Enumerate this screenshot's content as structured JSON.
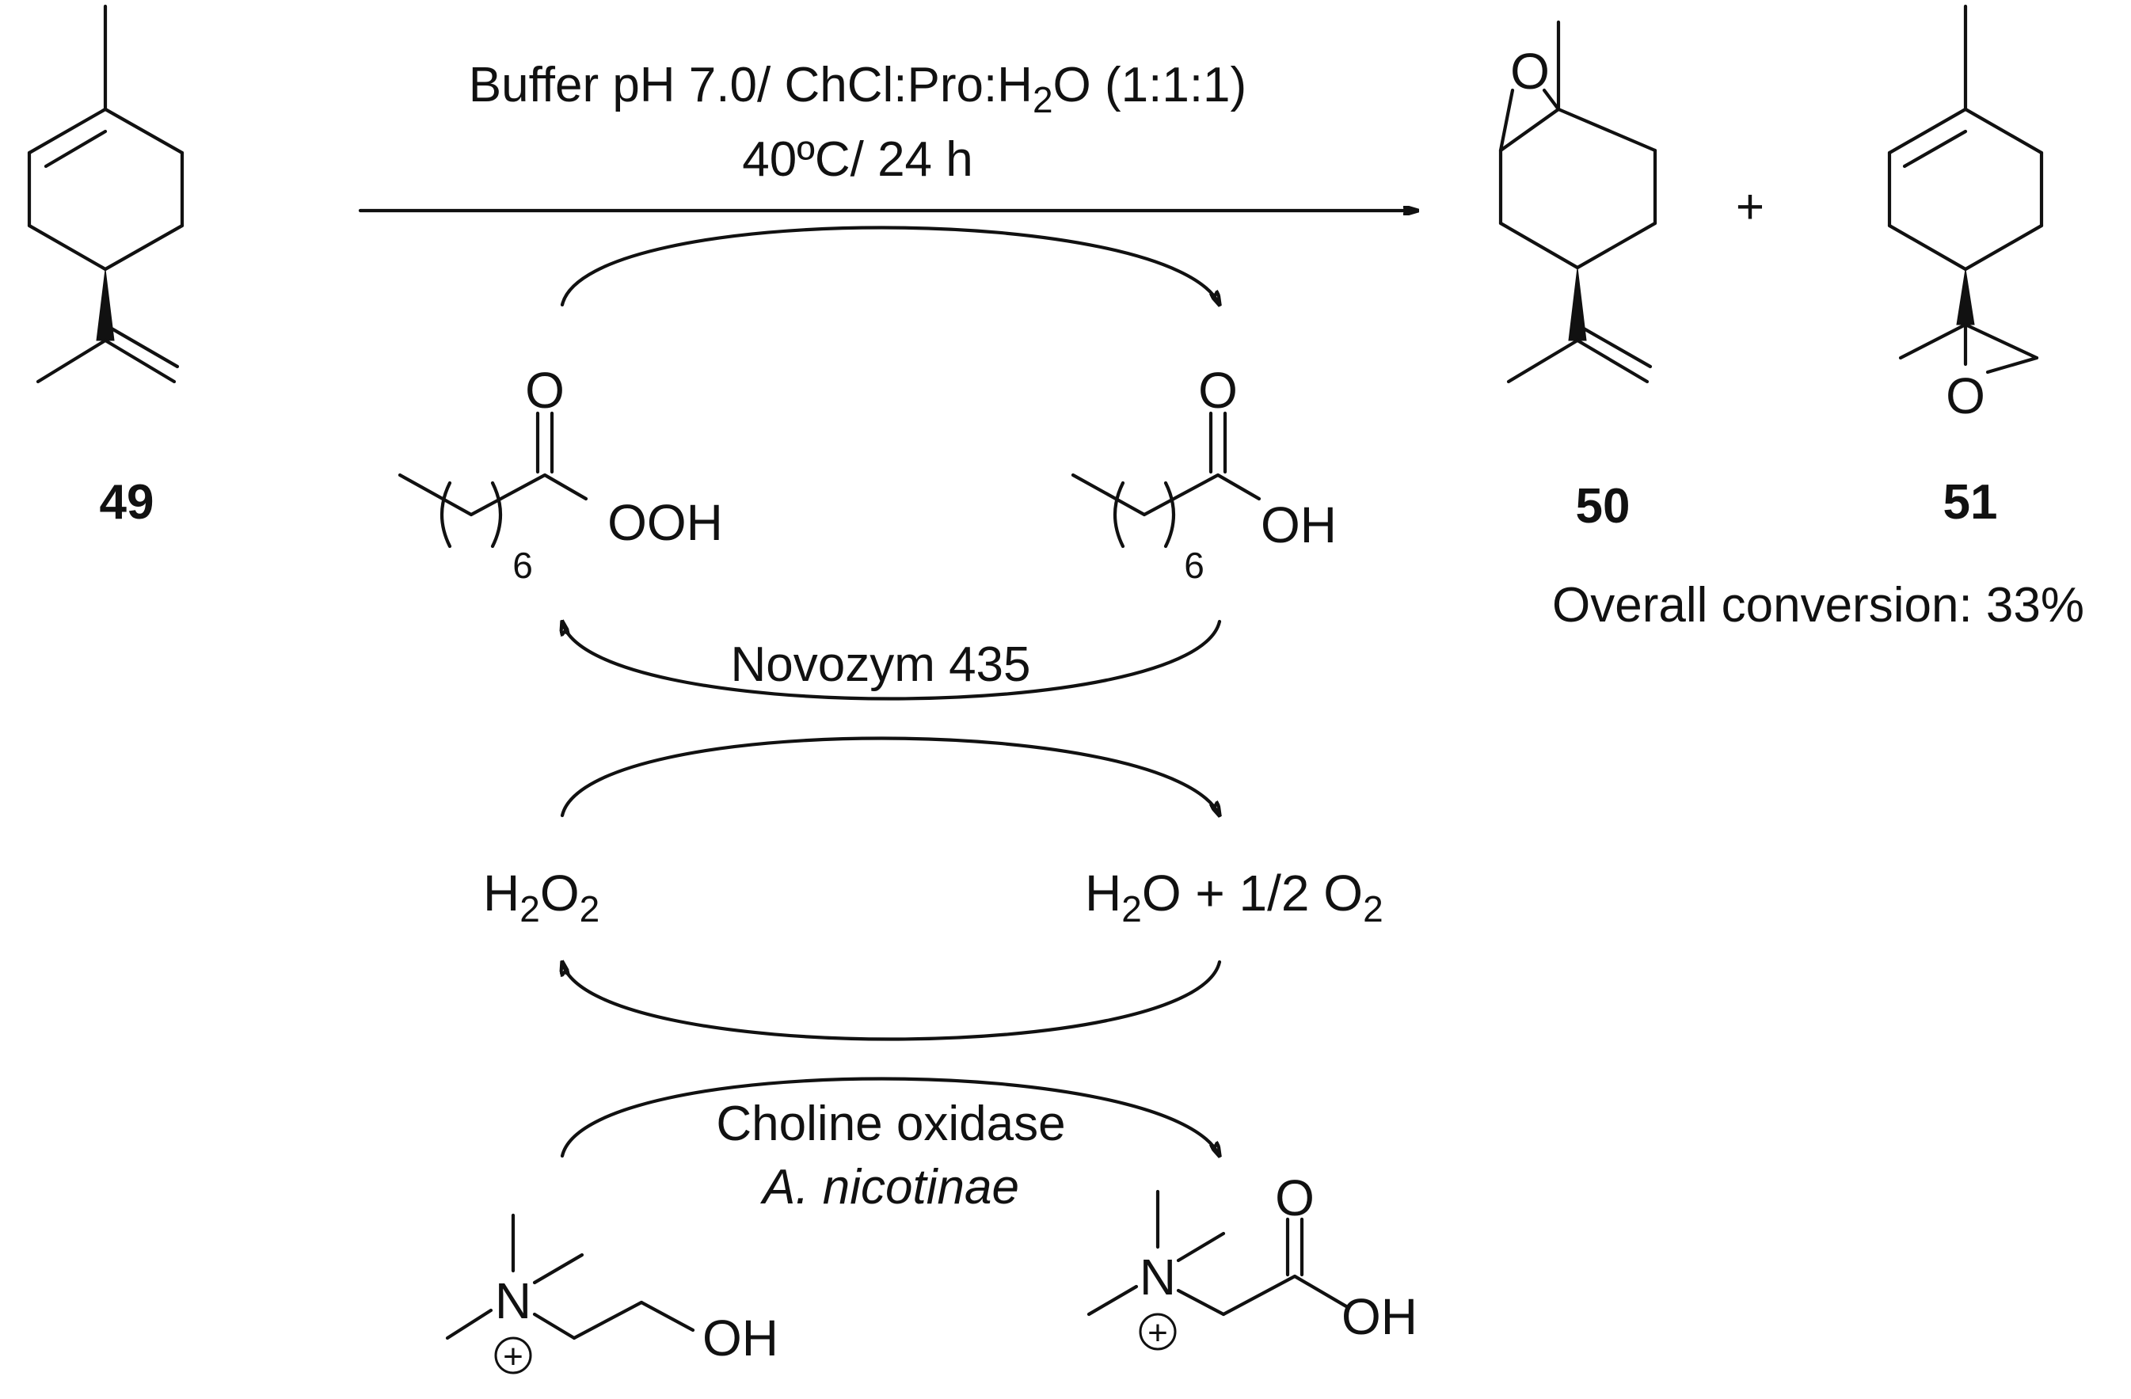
{
  "conditions": {
    "line1_prefix": "Buffer pH 7.0/ ChCl:Pro:H",
    "line1_sub": "2",
    "line1_suffix": "O (1:1:1)",
    "line2": "40ºC/ 24 h"
  },
  "compounds": {
    "c49": "49",
    "c50": "50",
    "c51": "51"
  },
  "plus": "+",
  "conversion": "Overall conversion: 33%",
  "peracid": {
    "o": "O",
    "group": "OOH",
    "repeat": "6"
  },
  "acid": {
    "o": "O",
    "group": "OH",
    "repeat": "6"
  },
  "epoxide_o": "O",
  "enzyme1": "Novozym 435",
  "peroxide": {
    "h": "H",
    "sub1": "2",
    "o": "O",
    "sub2": "2"
  },
  "water": {
    "h": "H",
    "sub1": "2",
    "mid": "O + 1/2 O",
    "sub2": "2"
  },
  "enzyme2": {
    "name": "Choline oxidase",
    "organism": "A. nicotinae"
  },
  "choline": {
    "n": "N",
    "oh": "OH",
    "charge": "+"
  },
  "betaine": {
    "n": "N",
    "o": "O",
    "oh": "OH",
    "charge": "+"
  }
}
